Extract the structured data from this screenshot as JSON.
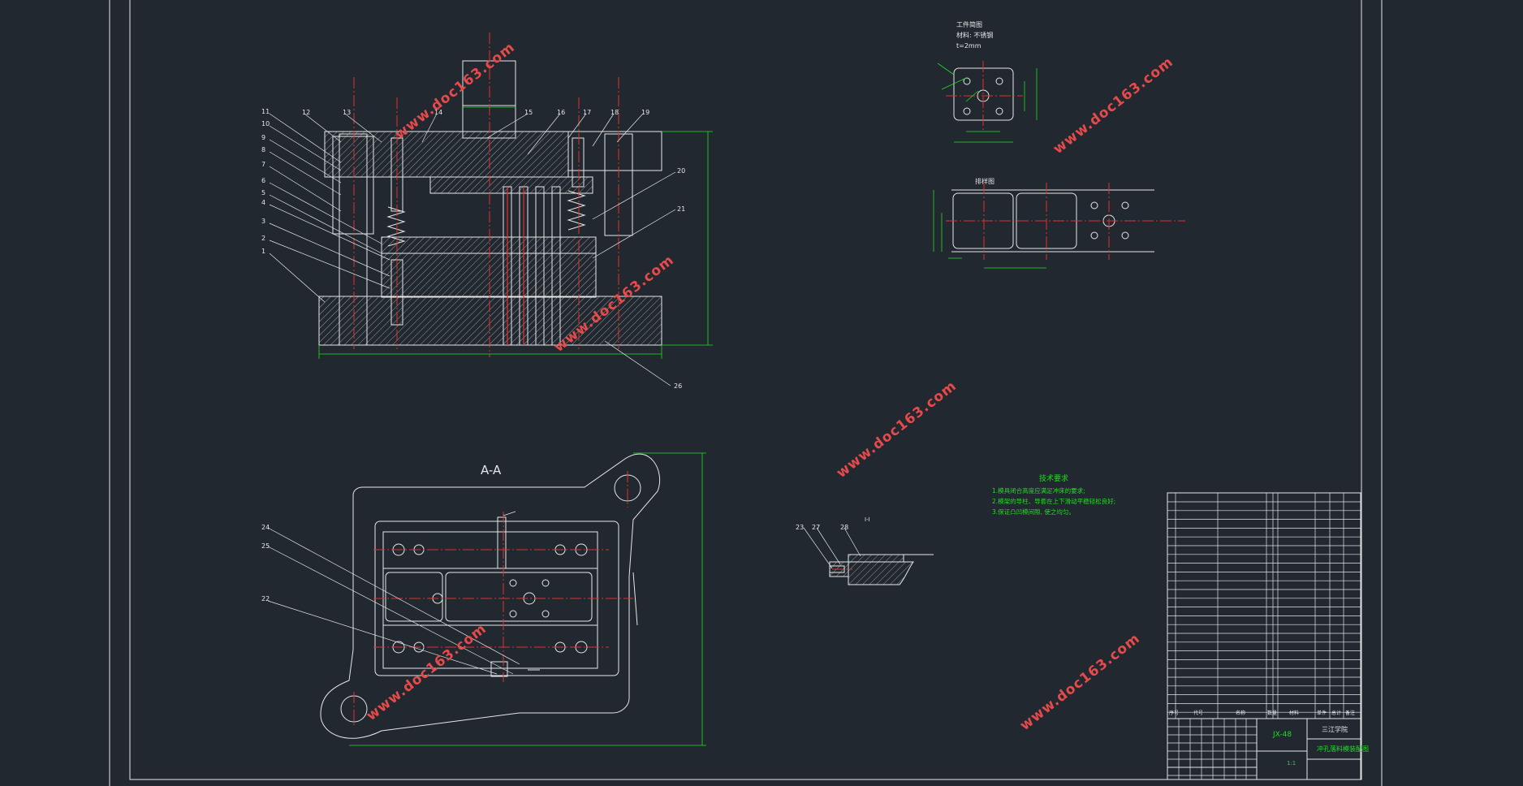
{
  "section_label": "A-A",
  "watermark_text": "www.doc163.com",
  "colors": {
    "background": "#212830",
    "lines": "#e6e6e6",
    "centerlines": "#e23030",
    "dimensions": "#22dd22"
  },
  "main_view_callouts": {
    "left": [
      "11",
      "10",
      "9",
      "8",
      "7",
      "6",
      "5",
      "4",
      "3",
      "2",
      "1"
    ],
    "top": [
      "12",
      "13",
      "14",
      "15",
      "16",
      "17",
      "18",
      "19"
    ],
    "right": [
      "20",
      "21",
      "26"
    ]
  },
  "section_callouts": [
    "24",
    "25",
    "22"
  ],
  "detail_callouts": [
    "23",
    "27",
    "28"
  ],
  "detail_note": "I-I",
  "workpiece_header": [
    "工件简图",
    "材料: 不锈钢",
    "t=2mm"
  ],
  "layout_title": "排样图",
  "tech_requirements": {
    "title": "技术要求",
    "items": [
      "1.模具闭合高度应满足冲床的要求;",
      "2.模架的导柱、导套在上下滑动平稳轻松良好;",
      "3.保证凸凹模间隙, 使之均匀。"
    ]
  },
  "title_block": {
    "code": "JX-48",
    "school": "三江学院",
    "drawing_name": "冲孔落料模装配图",
    "scale": "1:1",
    "headers": [
      "序号",
      "代号",
      "名称",
      "数量",
      "材料",
      "单件",
      "总计",
      "备注"
    ]
  }
}
